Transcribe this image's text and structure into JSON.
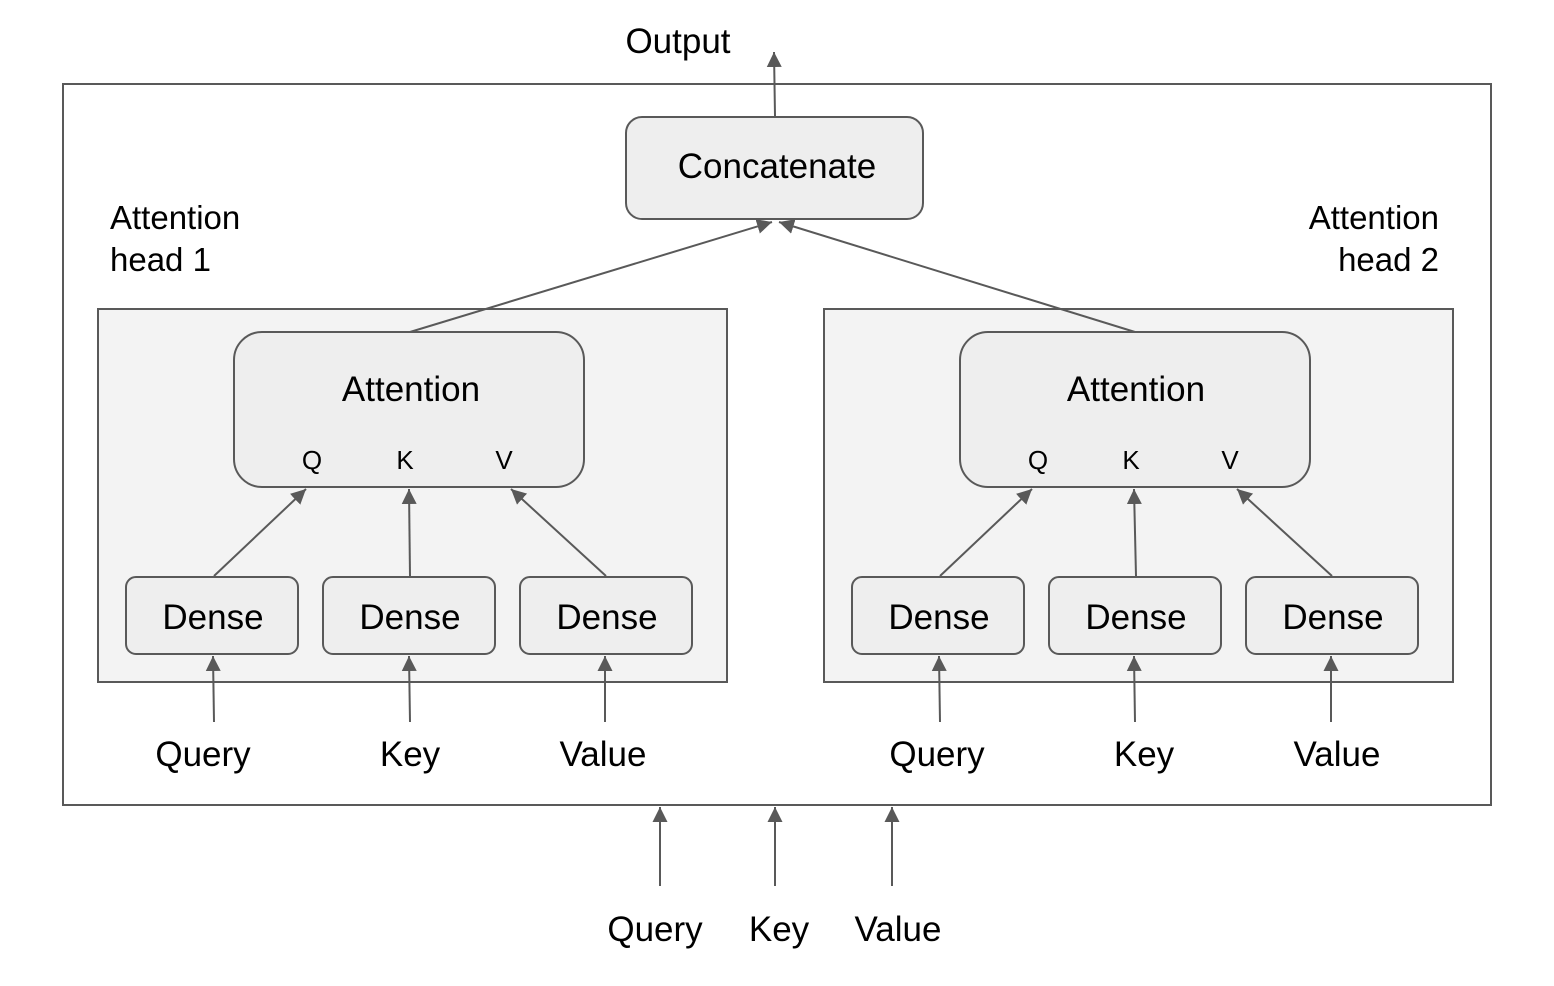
{
  "output_label": "Output",
  "concatenate_label": "Concatenate",
  "heads": [
    {
      "title_line1": "Attention",
      "title_line2": "head 1",
      "attention_label": "Attention",
      "ports": [
        "Q",
        "K",
        "V"
      ],
      "dense_labels": [
        "Dense",
        "Dense",
        "Dense"
      ],
      "input_labels": [
        "Query",
        "Key",
        "Value"
      ]
    },
    {
      "title_line1": "Attention",
      "title_line2": "head 2",
      "attention_label": "Attention",
      "ports": [
        "Q",
        "K",
        "V"
      ],
      "dense_labels": [
        "Dense",
        "Dense",
        "Dense"
      ],
      "input_labels": [
        "Query",
        "Key",
        "Value"
      ]
    }
  ],
  "external_inputs": [
    "Query",
    "Key",
    "Value"
  ],
  "colors": {
    "box_fill": "#eeeeee",
    "head_fill": "#f3f3f3",
    "stroke": "#595959",
    "arrow": "#595959"
  }
}
